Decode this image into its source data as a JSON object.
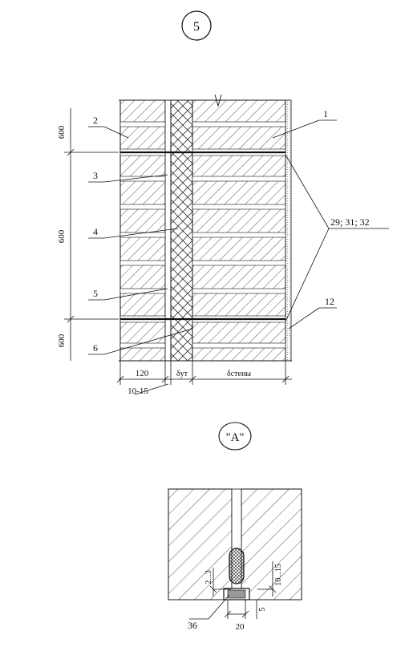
{
  "sheet_number": "5",
  "detail_label": "\"A\"",
  "dimensions": {
    "left": [
      "600",
      "600",
      "600"
    ],
    "bottom_facing": "120",
    "bottom_insulation": "δут",
    "bottom_wall": "δстены",
    "bottom_gap": "10-15"
  },
  "callouts": {
    "c1": "1",
    "c2": "2",
    "c3": "3",
    "c4": "4",
    "c5": "5",
    "c6": "6",
    "c12": "12",
    "c29": "29; 31; 32"
  },
  "detail_dims": {
    "gap_2_3": "2...3",
    "gap_10_15": "10...15",
    "five": "5",
    "twenty": "20",
    "item_36": "36"
  },
  "colors": {
    "line": "#111111",
    "hatch": "#333333"
  }
}
